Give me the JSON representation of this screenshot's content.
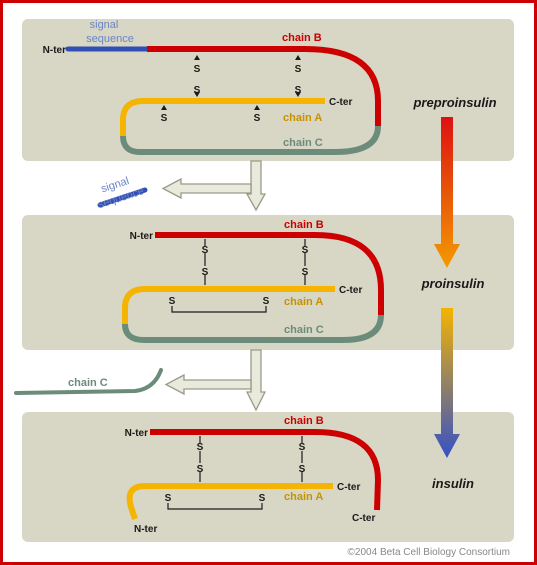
{
  "colors": {
    "frame": "#cc0000",
    "panel": "#d8d6c4",
    "chain_b": "#cc0000",
    "chain_a": "#f5b400",
    "chain_c": "#6b8c7a",
    "signal": "#2f4fb4",
    "signal_text": "#6a86c6",
    "arrow_fill": "#e9e9dc",
    "arrow_stroke": "#9a9a88",
    "text_dark": "#1a1a1a",
    "text_red": "#cc0000",
    "text_gold": "#c79200",
    "text_green": "#6b8c7a",
    "footer_text": "#888888"
  },
  "labels": {
    "n_ter": "N-ter",
    "c_ter": "C-ter",
    "chain_a": "chain A",
    "chain_b": "chain B",
    "chain_c": "chain C",
    "sulfur": "S",
    "signal_sequence_line1": "signal",
    "signal_sequence_line2": "sequence"
  },
  "stages": {
    "preproinsulin": "preproinsulin",
    "proinsulin": "proinsulin",
    "insulin": "insulin"
  },
  "footer": {
    "credit": "©2004 Beta Cell Biology Consortium"
  }
}
